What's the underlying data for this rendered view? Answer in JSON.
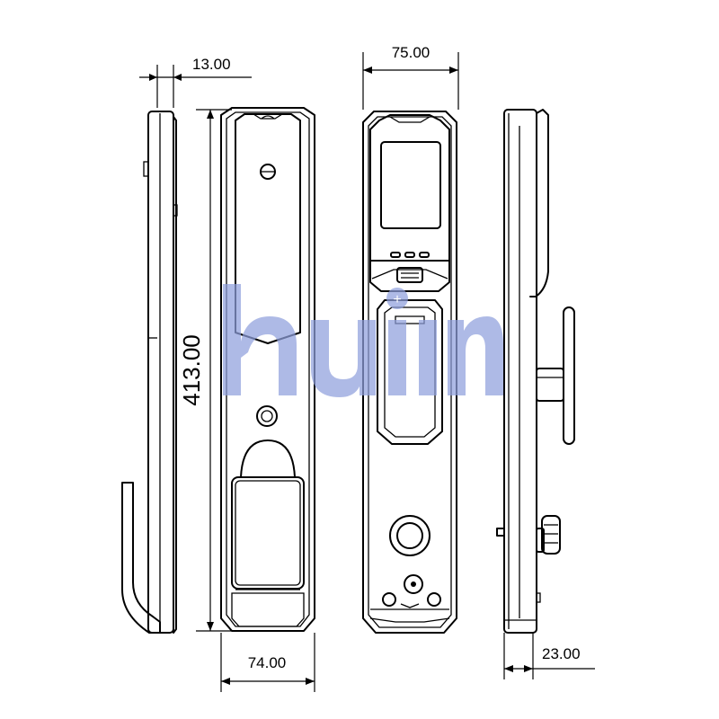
{
  "dimensions": {
    "side_thickness": "13.00",
    "height": "413.00",
    "back_width": "74.00",
    "front_width": "75.00",
    "side_depth": "23.00"
  },
  "watermark": {
    "text": "hujin",
    "color": "#8f9fdc"
  },
  "colors": {
    "line": "#000000",
    "background": "#ffffff"
  }
}
